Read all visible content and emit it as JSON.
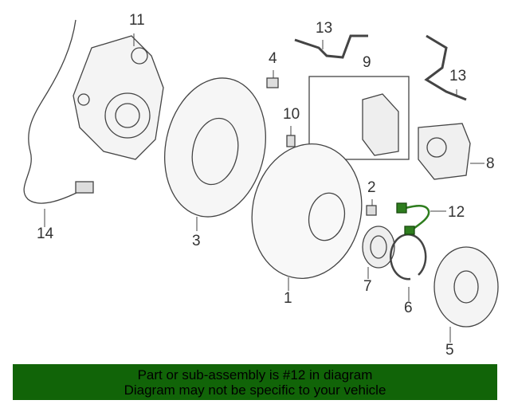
{
  "callouts": {
    "c11": "11",
    "c13a": "13",
    "c4": "4",
    "c9": "9",
    "c13b": "13",
    "c10": "10",
    "c8": "8",
    "c2": "2",
    "c12": "12",
    "c14": "14",
    "c3": "3",
    "c7": "7",
    "c1": "1",
    "c6": "6",
    "c5": "5"
  },
  "highlight_color": "#2e7d1e",
  "banner": {
    "line1": "Part or sub-assembly is #12 in diagram",
    "line2": "Diagram may not be specific to your vehicle",
    "color": "#116408"
  }
}
